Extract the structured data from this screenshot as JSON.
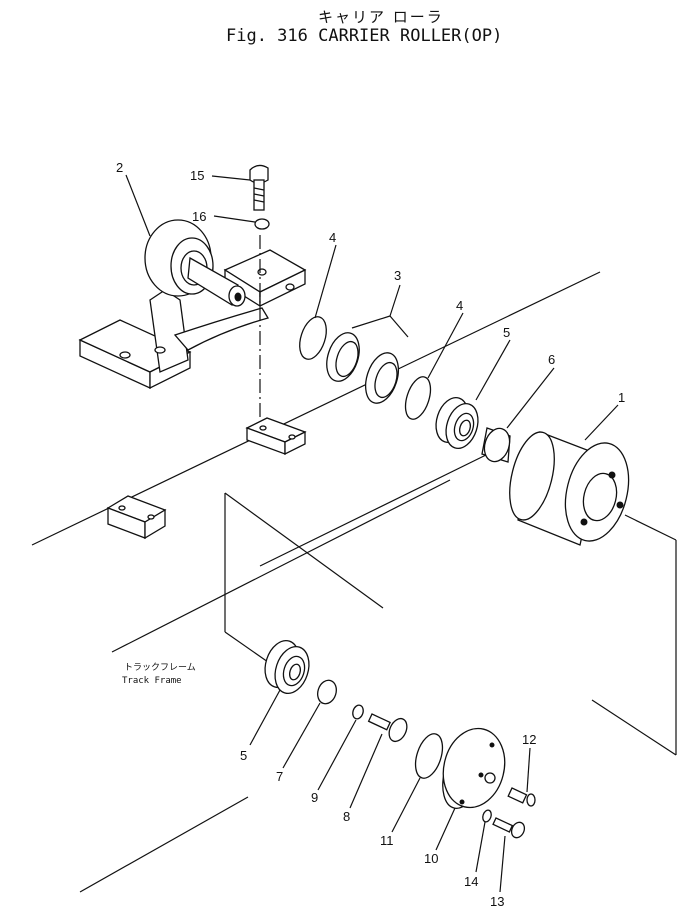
{
  "title": {
    "japanese": "キャリア ローラ",
    "english": "Fig. 316  CARRIER ROLLER(OP)"
  },
  "frame_label": {
    "japanese": "トラックフレーム",
    "english": "Track Frame"
  },
  "callouts": [
    "1",
    "2",
    "3",
    "4",
    "4",
    "5",
    "5",
    "6",
    "7",
    "8",
    "9",
    "10",
    "11",
    "12",
    "13",
    "14",
    "15",
    "16"
  ]
}
